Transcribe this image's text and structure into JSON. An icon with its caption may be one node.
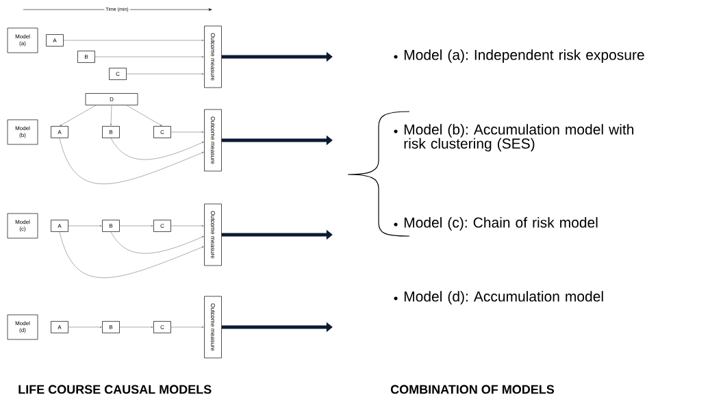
{
  "diagram": {
    "nodes": [
      {
        "text": [
          "Model (a)"
        ]
      },
      {
        "text": [
          "A"
        ]
      },
      {
        "text": [
          "B"
        ]
      },
      {
        "text": [
          "C"
        ]
      },
      {
        "text": [
          "Outcome measure"
        ]
      },
      {
        "text": [
          "D"
        ]
      },
      {
        "text": [
          "Model (b)"
        ]
      },
      {
        "text": [
          "A"
        ]
      },
      {
        "text": [
          "B"
        ]
      },
      {
        "text": [
          "C"
        ]
      },
      {
        "text": [
          "Outcome measure"
        ]
      },
      {
        "text": [
          "Model (c)"
        ]
      },
      {
        "text": [
          "A"
        ]
      },
      {
        "text": [
          "B"
        ]
      },
      {
        "text": [
          "C"
        ]
      },
      {
        "text": [
          "Outcome measure"
        ]
      },
      {
        "text": [
          "Model (d)"
        ]
      },
      {
        "text": [
          "A"
        ]
      },
      {
        "text": [
          "B"
        ]
      },
      {
        "text": [
          "C"
        ]
      },
      {
        "text": [
          "Outcome measure"
        ]
      }
    ],
    "edges": [
      {
        "from": 1,
        "to": 4,
        "arrow": "to"
      },
      {
        "from": 2,
        "to": 4,
        "arrow": "to"
      },
      {
        "from": 3,
        "to": 4,
        "arrow": "to"
      },
      {
        "from": 5,
        "to": 7,
        "arrow": "to"
      },
      {
        "from": 5,
        "to": 8,
        "arrow": "to"
      },
      {
        "from": 5,
        "to": 9,
        "arrow": "to"
      },
      {
        "from": 9,
        "to": 10,
        "arrow": "to"
      },
      {
        "from": 8,
        "to": 10,
        "arrow": "to"
      },
      {
        "from": 7,
        "to": 10,
        "arrow": "to"
      },
      {
        "from": 12,
        "to": 13,
        "arrow": "to"
      },
      {
        "from": 13,
        "to": 14,
        "arrow": "to"
      },
      {
        "from": 14,
        "to": 15,
        "arrow": "to"
      },
      {
        "from": 13,
        "to": 15,
        "arrow": "to"
      },
      {
        "from": 12,
        "to": 15,
        "arrow": "to"
      },
      {
        "from": 17,
        "to": 18,
        "arrow": "to"
      },
      {
        "from": 18,
        "to": 19,
        "arrow": "to"
      },
      {
        "from": 19,
        "to": 20,
        "arrow": "to"
      },
      {
        "from": 4,
        "to": null,
        "arrow": "to",
        "style": "thick",
        "color": "#0d1a33"
      },
      {
        "from": 10,
        "to": null,
        "arrow": "to",
        "style": "thick",
        "color": "#0d1a33"
      },
      {
        "from": 15,
        "to": null,
        "arrow": "to",
        "style": "thick",
        "color": "#0d1a33"
      },
      {
        "from": 20,
        "to": null,
        "arrow": "to",
        "style": "thick",
        "color": "#0d1a33"
      }
    ],
    "labels": [
      "Time (min)",
      "Model (a): Independent risk exposure",
      "Model (b): Accumulation model with risk clustering (SES)",
      "Model (c): Chain of risk model",
      "Model (d): Accumulation model",
      "LIFE COURSE CAUSAL MODELS",
      "COMBINATION OF MODELS"
    ]
  }
}
